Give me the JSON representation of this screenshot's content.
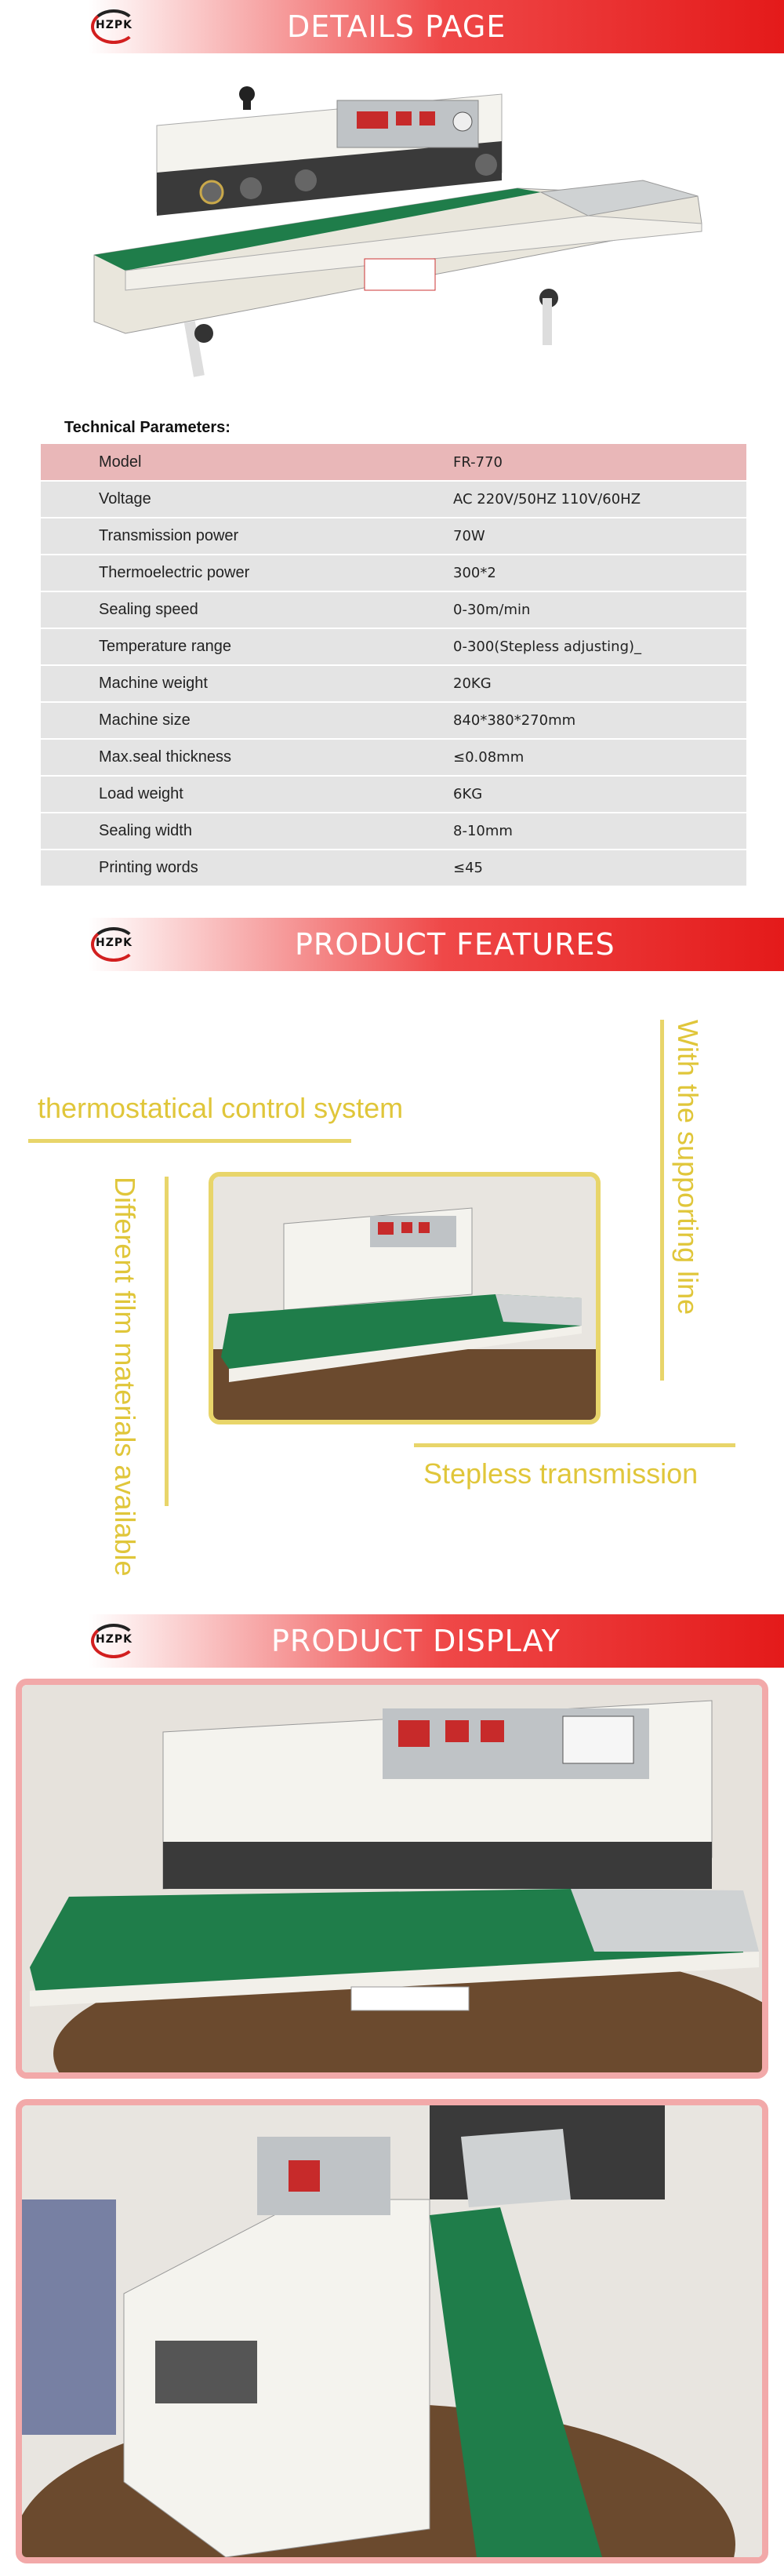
{
  "brand": {
    "logo_text": "HZPK",
    "accent": "#e41a1a"
  },
  "sections": {
    "details": {
      "title": "DETAILS PAGE"
    },
    "features": {
      "title": "PRODUCT FEATURES"
    },
    "display": {
      "title": "PRODUCT DISPLAY"
    }
  },
  "specs": {
    "heading": "Technical Parameters:",
    "rows": [
      {
        "key": "Model",
        "value": "FR-770"
      },
      {
        "key": "Voltage",
        "value": "AC 220V/50HZ 110V/60HZ"
      },
      {
        "key": "Transmission power",
        "value": "70W"
      },
      {
        "key": "Thermoelectric power",
        "value": "300*2"
      },
      {
        "key": "Sealing speed",
        "value": "0-30m/min"
      },
      {
        "key": "Temperature range",
        "value": "0-300(Stepless adjusting)_"
      },
      {
        "key": "Machine weight",
        "value": "20KG"
      },
      {
        "key": "Machine size",
        "value": "840*380*270mm"
      },
      {
        "key": "Max.seal thickness",
        "value": "≤0.08mm"
      },
      {
        "key": "Load weight",
        "value": "6KG"
      },
      {
        "key": "Sealing width",
        "value": "8-10mm"
      },
      {
        "key": "Printing words",
        "value": "≤45"
      }
    ]
  },
  "features": {
    "thermostatic": "thermostatical control system",
    "supporting_line": "With the supporting line",
    "film_materials": "Different film materials available",
    "stepless": "Stepless transmission",
    "frame_color": "#e8d56a"
  },
  "display": {
    "frame_color": "#f2a9a9"
  }
}
